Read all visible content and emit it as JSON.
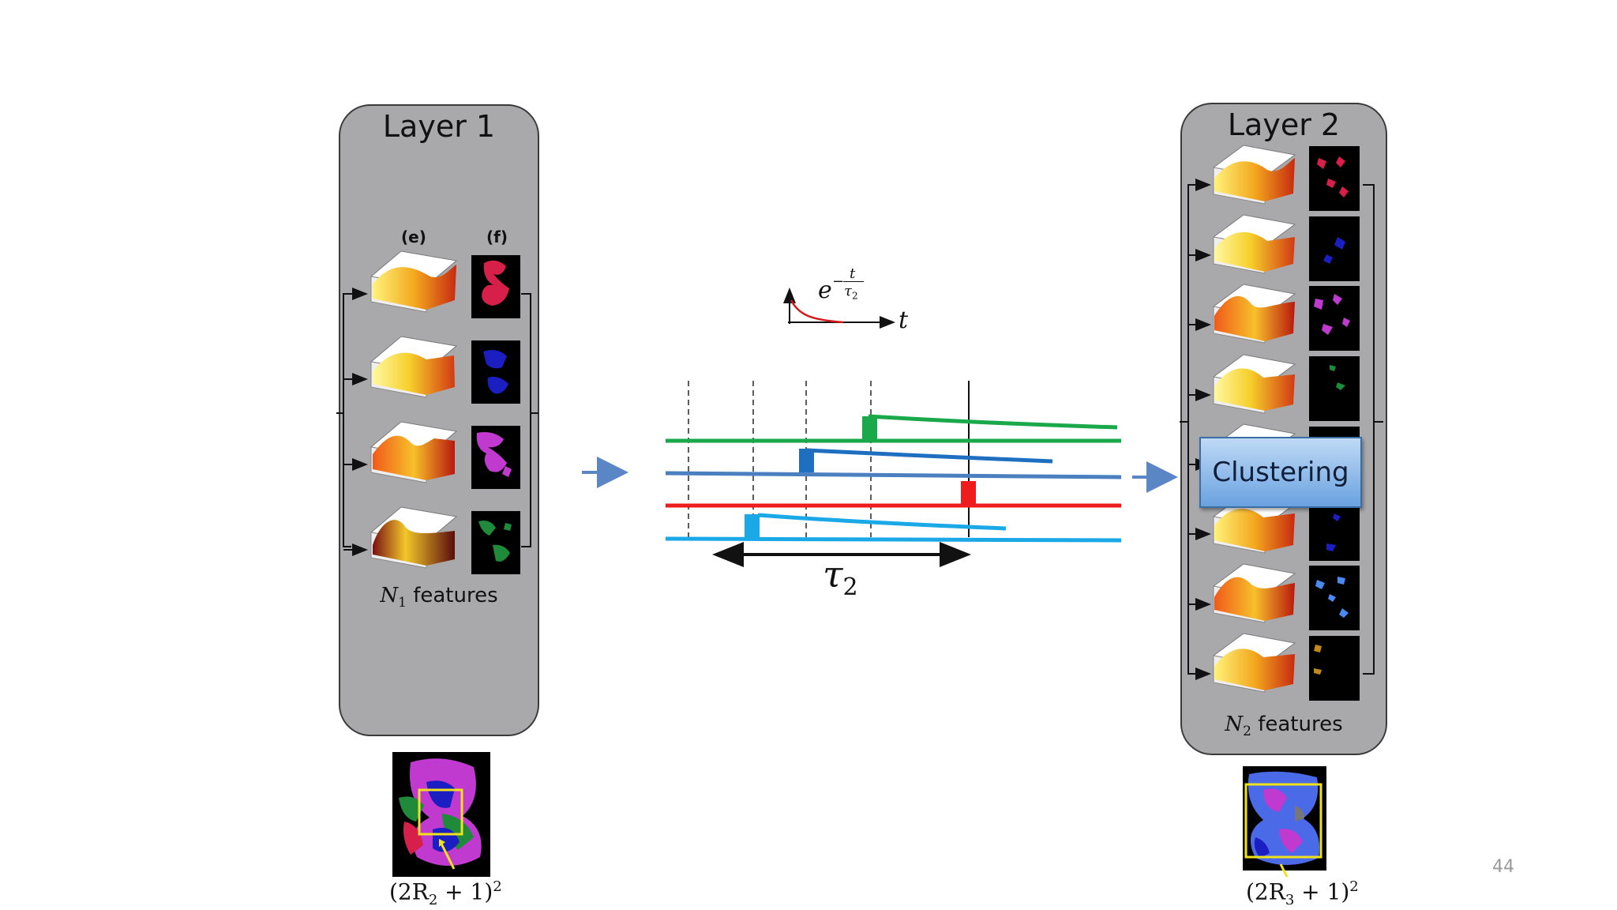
{
  "layer1": {
    "title": "Layer 1",
    "col_e": "(e)",
    "col_f": "(f)",
    "features_sym": "N",
    "features_sub": "1",
    "features_txt": " features",
    "rows": [
      {
        "plot": "orange-surface",
        "map_color": "#d6204a"
      },
      {
        "plot": "yellow-surface",
        "map_color": "#1b1ec0"
      },
      {
        "plot": "red-ridge-surface",
        "map_color": "#c03ad0"
      },
      {
        "plot": "dark-red-peak-surface",
        "map_color": "#1f8a3a"
      }
    ]
  },
  "layer2": {
    "title": "Layer 2",
    "features_sym": "N",
    "features_sub": "2",
    "features_txt": " features",
    "rows": [
      {
        "plot": "orange-surface",
        "map_color": "#d6204a"
      },
      {
        "plot": "yellow-surface",
        "map_color": "#1b1ec0"
      },
      {
        "plot": "red-ridge-surface",
        "map_color": "#c03ad0"
      },
      {
        "plot": "yellow-surface",
        "map_color": "#1f8a3a"
      },
      {
        "plot": "orange-surface",
        "map_color": "#444444"
      },
      {
        "plot": "yellow-surface",
        "map_color": "#1b1ec0"
      },
      {
        "plot": "red-ridge-surface",
        "map_color": "#4a8af0"
      },
      {
        "plot": "orange-surface",
        "map_color": "#c08a1a"
      }
    ]
  },
  "clustering_label": "Clustering",
  "decay": {
    "base": "e",
    "num": "t",
    "den": "τ",
    "den_sub": "2",
    "axis": "t"
  },
  "tau": {
    "sym": "τ",
    "sub": "2"
  },
  "bottom_left": {
    "pre": "(2R",
    "sub": "2",
    "post": " + 1)",
    "sup": "2"
  },
  "bottom_right": {
    "pre": "(2R",
    "sub": "3",
    "post": " + 1)",
    "sup": "2"
  },
  "slide_number": "44",
  "colors": {
    "green": "#19a84a",
    "blue": "#1f6fc0",
    "red": "#ee1c1c",
    "cyan": "#1aa8e6",
    "steel": "#4a7fc0",
    "arrow": "#5b86c5"
  }
}
